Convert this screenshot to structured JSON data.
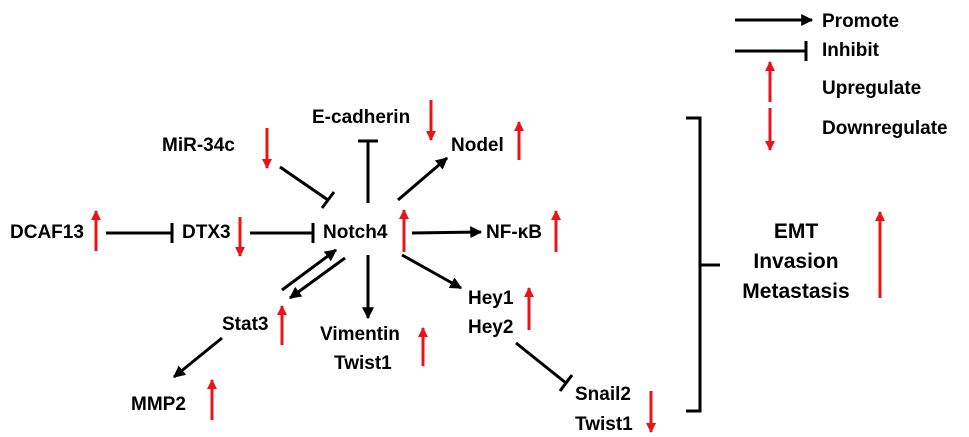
{
  "nodes": {
    "dcaf13": "DCAF13",
    "dtx3": "DTX3",
    "mir34c": "MiR-34c",
    "ecadherin": "E-cadherin",
    "nodel": "Nodel",
    "notch4": "Notch4",
    "nfkb": "NF-κB",
    "stat3": "Stat3",
    "mmp2": "MMP2",
    "vimentin": "Vimentin",
    "twist1_a": "Twist1",
    "hey1": "Hey1",
    "hey2": "Hey2",
    "snail2": "Snail2",
    "twist1_b": "Twist1"
  },
  "outcome": {
    "emt": "EMT",
    "invasion": "Invasion",
    "metastasis": "Metastasis"
  },
  "legend": {
    "promote": "Promote",
    "inhibit": "Inhibit",
    "upregulate": "Upregulate",
    "downregulate": "Downregulate"
  },
  "colors": {
    "arrow": "#000000",
    "regulation": "#e8141a"
  }
}
